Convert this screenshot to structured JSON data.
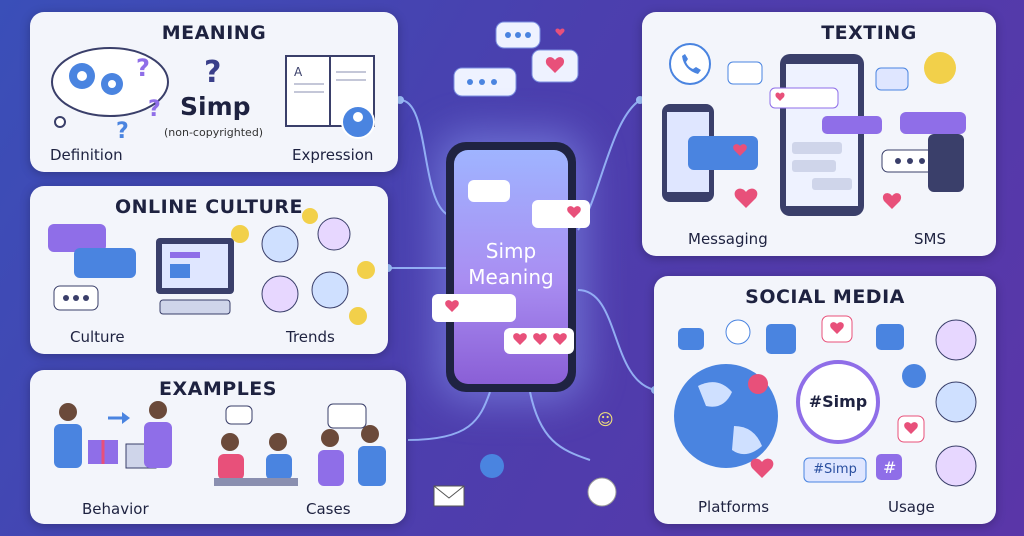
{
  "center": {
    "line1": "Simp",
    "line2": "Meaning"
  },
  "meaning": {
    "title": "MEANING",
    "word": "Simp",
    "note": "(non-copyrighted)",
    "caption_left": "Definition",
    "caption_right": "Expression"
  },
  "online_culture": {
    "title": "ONLINE CULTURE",
    "caption_left": "Culture",
    "caption_right": "Trends"
  },
  "examples": {
    "title": "EXAMPLES",
    "caption_left": "Behavior",
    "caption_right": "Cases"
  },
  "texting": {
    "title": "TEXTING",
    "caption_left": "Messaging",
    "caption_right": "SMS"
  },
  "social_media": {
    "title": "SOCIAL MEDIA",
    "hashtag_main": "#Simp",
    "hashtag_tag": "#Simp",
    "caption_left": "Platforms",
    "caption_right": "Usage"
  },
  "colors": {
    "accent_purple": "#8f6ee8",
    "bubble_blue": "#4a84e0",
    "heart_pink": "#e8507a",
    "panel_bg": "#f3f5fb",
    "title_dark": "#1e2240"
  }
}
